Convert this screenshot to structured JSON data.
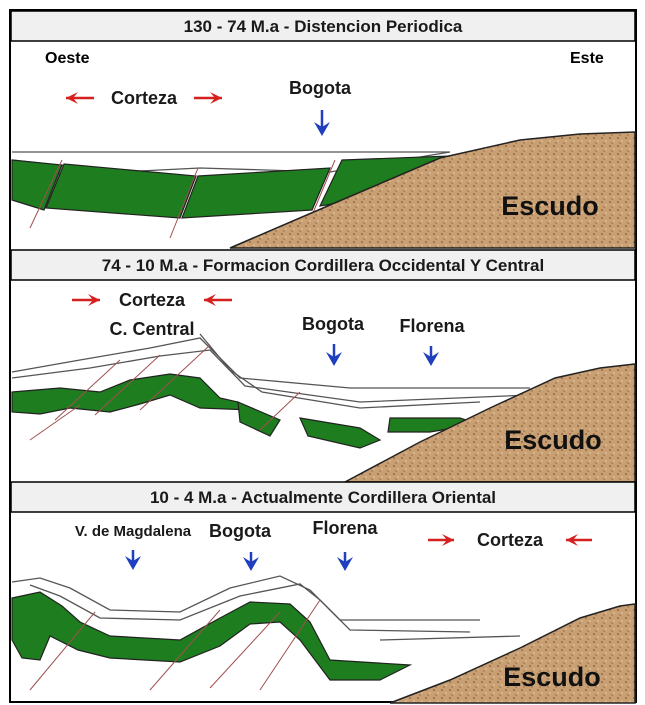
{
  "panels": [
    {
      "title": "130 - 74 M.a - Distencion Periodica",
      "west": "Oeste",
      "east": "Este",
      "crust": "Corteza",
      "cities": [
        "Bogota"
      ],
      "shield": "Escudo"
    },
    {
      "title": "74 - 10 M.a - Formacion Cordillera Occidental Y Central",
      "crust": "Corteza",
      "range": "C. Central",
      "cities": [
        "Bogota",
        "Florena"
      ],
      "shield": "Escudo"
    },
    {
      "title": "10 - 4 M.a - Actualmente Cordillera Oriental",
      "crust": "Corteza",
      "cities": [
        "V. de Magdalena",
        "Bogota",
        "Florena"
      ],
      "shield": "Escudo"
    }
  ],
  "colors": {
    "layer_green": "#1e7d1e",
    "shield_brown": "#c79a6a",
    "arrow_red": "#d62020",
    "arrow_blue": "#1f3fbf",
    "header_bg": "#f0f0f0"
  }
}
